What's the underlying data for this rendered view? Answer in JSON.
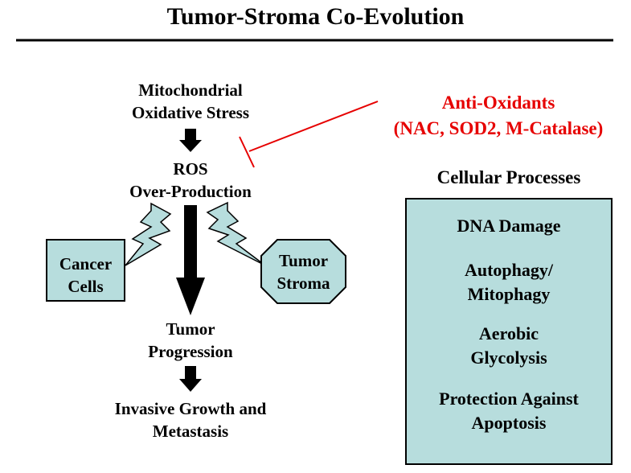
{
  "title": "Tumor-Stroma Co-Evolution",
  "nodes": {
    "stress_line1": "Mitochondrial",
    "stress_line2": "Oxidative Stress",
    "ros_line1": "ROS",
    "ros_line2": "Over-Production",
    "progression_line1": "Tumor",
    "progression_line2": "Progression",
    "invasive_line1": "Invasive Growth and",
    "invasive_line2": "Metastasis",
    "cancer_line1": "Cancer",
    "cancer_line2": "Cells",
    "stroma_line1": "Tumor",
    "stroma_line2": "Stroma"
  },
  "antioxidants": {
    "line1": "Anti-Oxidants",
    "line2": "(NAC, SOD2, M-Catalase)",
    "color": "#e60000"
  },
  "processes": {
    "heading": "Cellular Processes",
    "items": [
      {
        "line1": "DNA Damage",
        "line2": ""
      },
      {
        "line1": "Autophagy/",
        "line2": "Mitophagy"
      },
      {
        "line1": "Aerobic",
        "line2": "Glycolysis"
      },
      {
        "line1": "Protection Against",
        "line2": "Apoptosis"
      }
    ],
    "fill": "#b7dddd"
  }
}
